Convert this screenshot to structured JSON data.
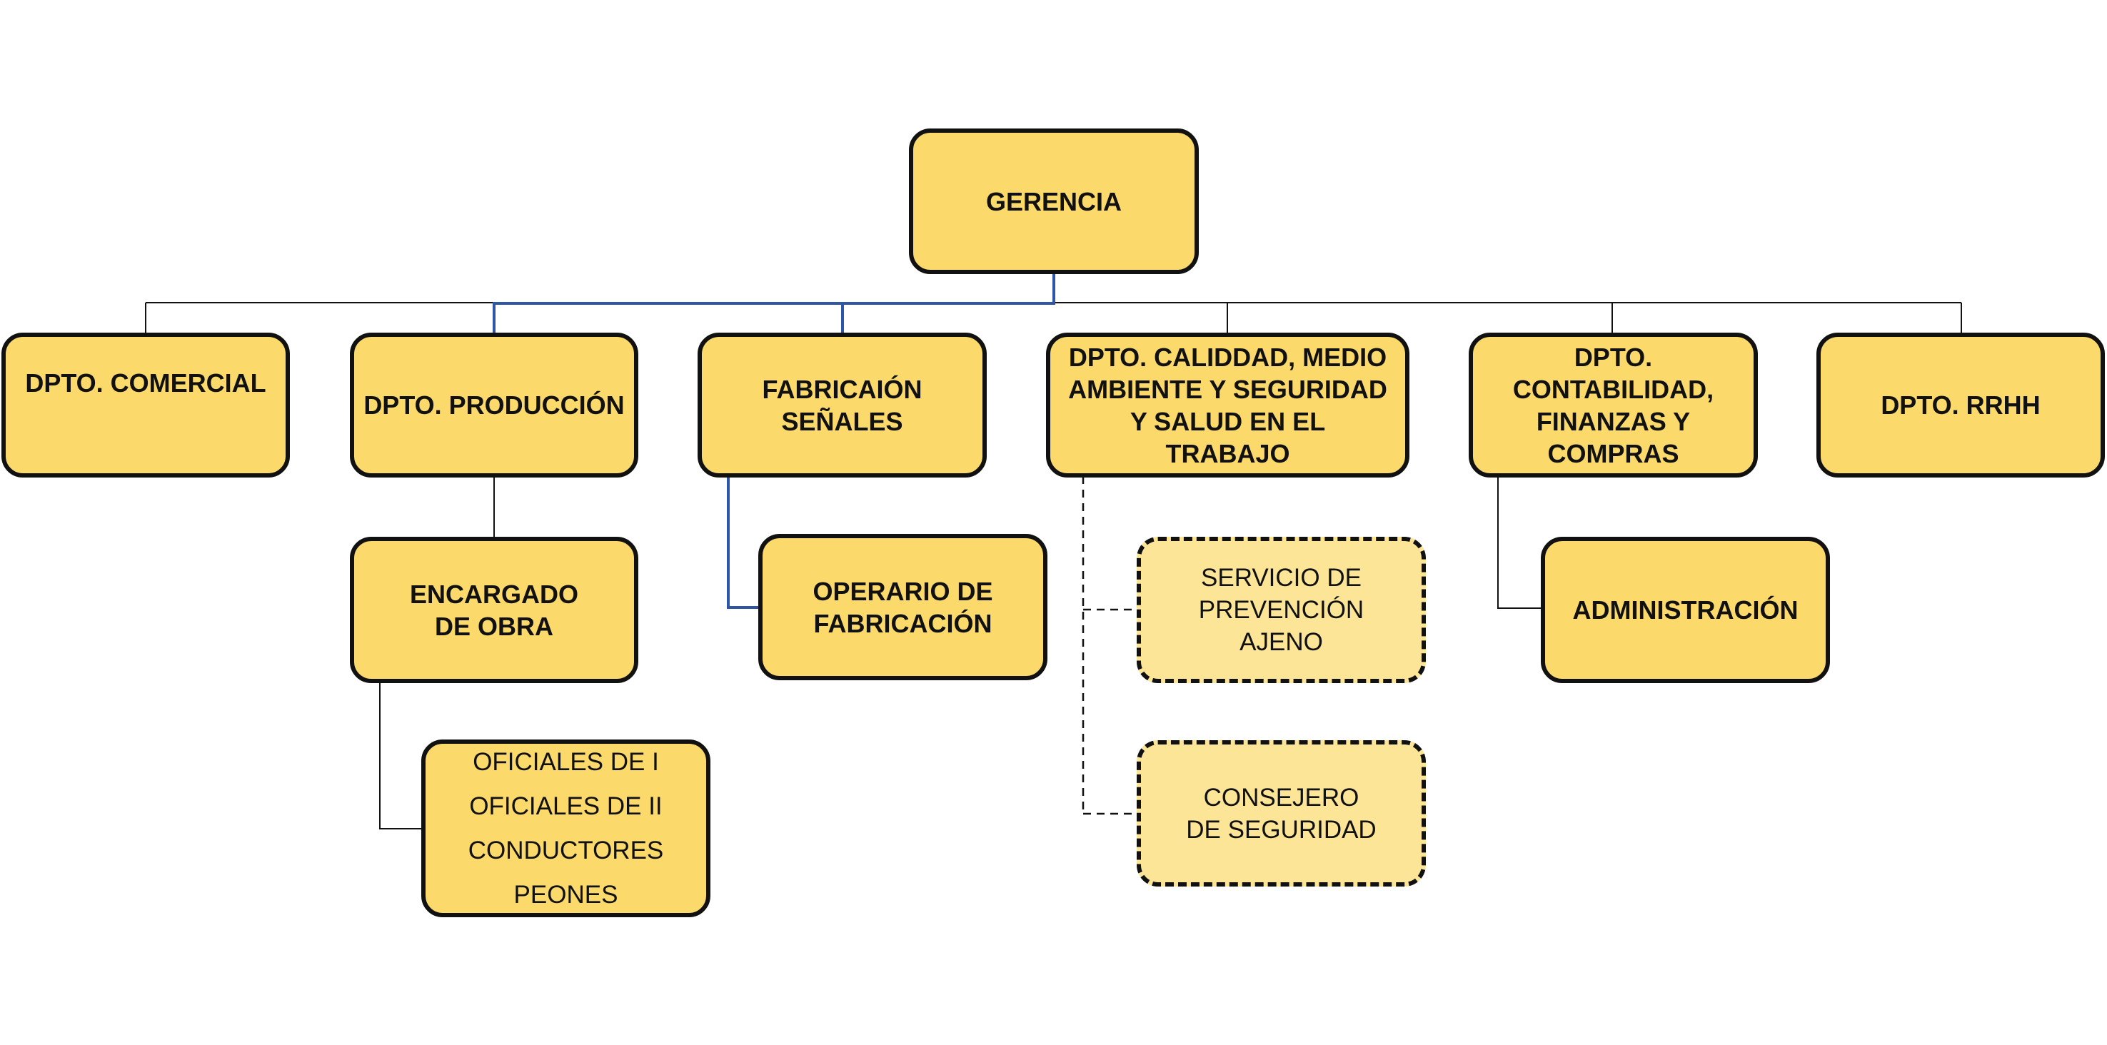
{
  "colors": {
    "box_fill": "#fbd96b",
    "dashed_box_fill": "#fde597",
    "border": "#111111",
    "connector": "#111111",
    "highlight_connector": "#2f55a4"
  },
  "org_chart": {
    "gerencia": "GERENCIA",
    "dpto_comercial": "DPTO. COMERCIAL",
    "dpto_produccion": "DPTO. PRODUCCIÓN",
    "fabricacion_senales": "FABRICAIÓN SEÑALES",
    "dpto_calidad": "DPTO. CALIDDAD, MEDIO AMBIENTE Y SEGURIDAD Y SALUD EN EL TRABAJO",
    "dpto_contabilidad": "DPTO. CONTABILIDAD, FINANZAS Y COMPRAS",
    "dpto_rrhh": "DPTO. RRHH",
    "encargado_obra": "ENCARGADO DE OBRA",
    "operario_fabricacion": "OPERARIO DE FABRICACIÓN",
    "servicio_prevencion": "SERVICIO DE PREVENCIÓN AJENO",
    "administracion": "ADMINISTRACIÓN",
    "consejero_seguridad": "CONSEJERO DE SEGURIDAD",
    "oficiales_list": [
      "OFICIALES DE I",
      "OFICIALES DE II",
      "CONDUCTORES",
      "PEONES"
    ]
  }
}
